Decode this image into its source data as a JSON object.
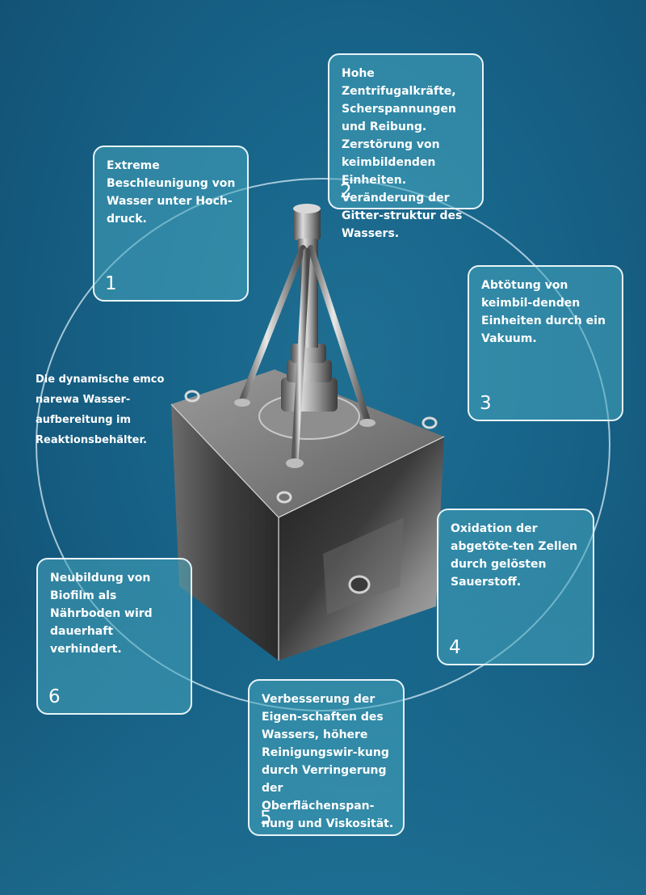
{
  "intro": "Die dynamische emco narewa Wasser-aufbereitung im Reaktionsbehälter.",
  "steps": [
    {
      "number": "1",
      "text": "Extreme Beschleunigung von Wasser unter Hoch-druck."
    },
    {
      "number": "2",
      "text": "Hohe Zentrifugalkräfte, Scherspannungen und Reibung. Zerstörung von keimbildenden Einheiten. Veränderung der Gitter-struktur des Wassers."
    },
    {
      "number": "3",
      "text": "Abtötung von keimbil-denden Einheiten durch ein Vakuum."
    },
    {
      "number": "4",
      "text": "Oxidation der abgetöte-ten Zellen durch gelösten Sauerstoff."
    },
    {
      "number": "5",
      "text": "Verbesserung der Eigen-schaften des Wassers, höhere Reinigungswir-kung durch Verringerung der Oberflächenspan-nung und Viskosität."
    },
    {
      "number": "6",
      "text": "Neubildung von Biofilm als Nährboden wird dauerhaft verhindert."
    }
  ],
  "colors": {
    "background": "#175f84",
    "box_fill": "#4aa5be",
    "box_border": "#e8f4f8",
    "text": "#ffffff"
  }
}
